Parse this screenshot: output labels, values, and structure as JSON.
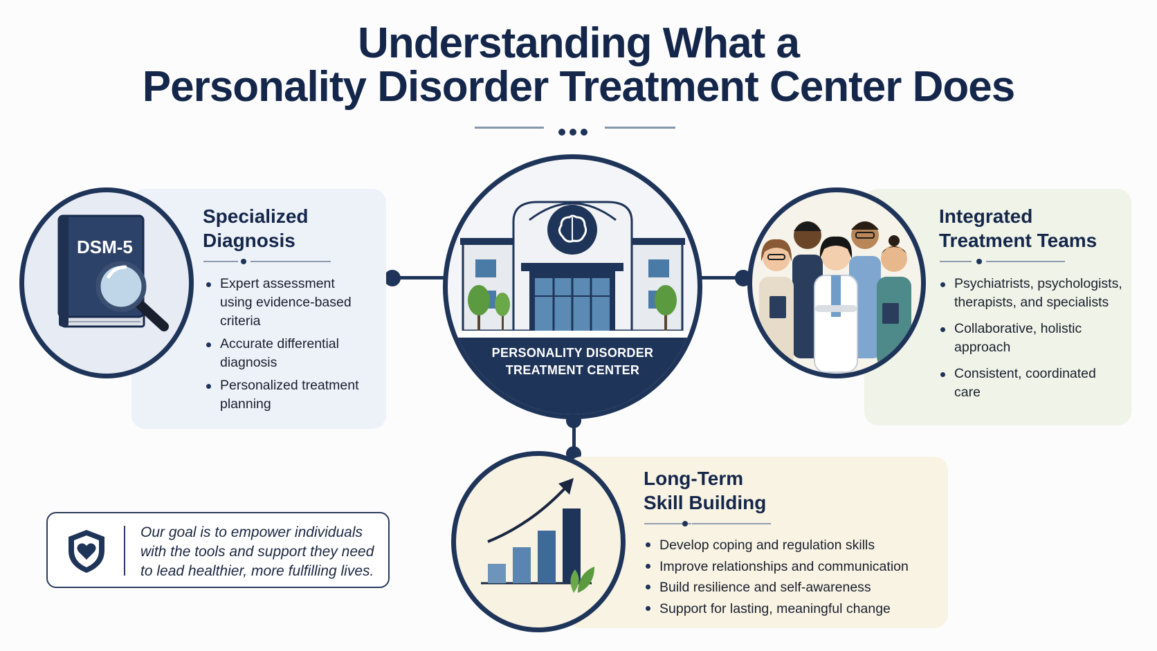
{
  "title": {
    "line1": "Understanding What a",
    "line2": "Personality Disorder Treatment Center Does"
  },
  "center": {
    "label_line1": "PERSONALITY DISORDER",
    "label_line2": "TREATMENT CENTER"
  },
  "diagnosis": {
    "title_line1": "Specialized",
    "title_line2": "Diagnosis",
    "book_label": "DSM-5",
    "bullets": [
      [
        "Expert assessment",
        "using evidence-based",
        "criteria"
      ],
      [
        "Accurate differential",
        "diagnosis"
      ],
      [
        "Personalized treatment",
        "planning"
      ]
    ]
  },
  "teams": {
    "title_line1": "Integrated",
    "title_line2": "Treatment Teams",
    "bullets": [
      [
        "Psychiatrists, psychologists,",
        "therapists, and specialists"
      ],
      [
        "Collaborative, holistic",
        "approach"
      ],
      [
        "Consistent, coordinated",
        "care"
      ]
    ]
  },
  "skills": {
    "title_line1": "Long-Term",
    "title_line2": "Skill Building",
    "bullets": [
      "Develop coping and regulation skills",
      "Improve relationships and communication",
      "Build resilience and self-awareness",
      "Support for lasting, meaningful change"
    ]
  },
  "quote": {
    "line1": "Our goal is to empower individuals",
    "line2": "with the tools and support they need",
    "line3": "to lead healthier, more fulfilling lives."
  },
  "icons": [
    "book-icon",
    "magnifier-icon",
    "brain-icon",
    "building-icon",
    "team-icon",
    "growth-chart-icon",
    "shield-heart-icon"
  ],
  "colors": {
    "navy": "#1f3459",
    "diag_bg": "#edf1f8",
    "team_bg": "#eff3e8",
    "skill_bg": "#f8f3e3"
  }
}
